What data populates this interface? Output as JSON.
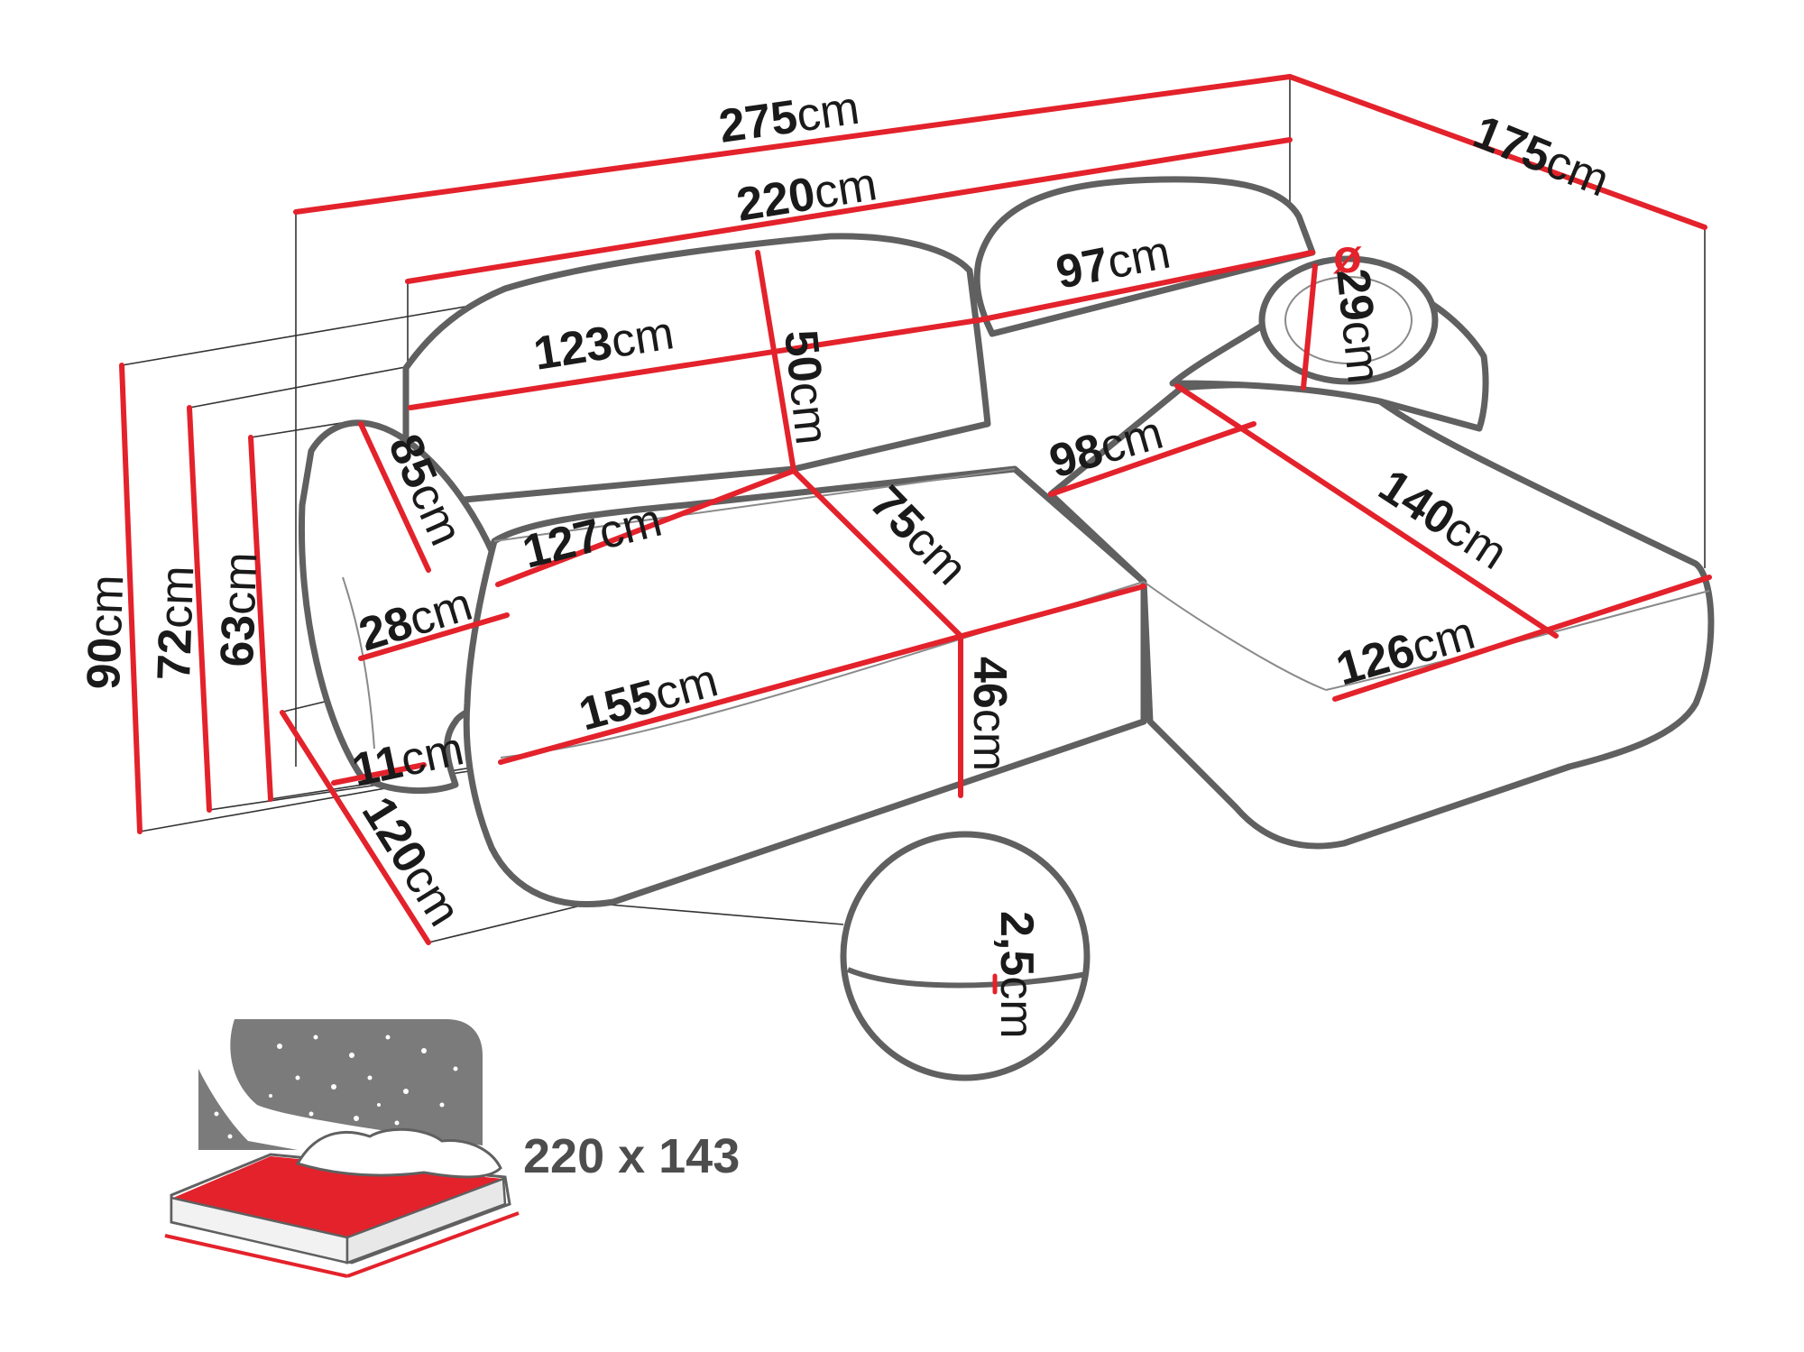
{
  "dimensions": {
    "total_width": {
      "value": "275",
      "unit": "cm"
    },
    "seat_width": {
      "value": "220",
      "unit": "cm"
    },
    "depth_chaise": {
      "value": "175",
      "unit": "cm"
    },
    "back_cushion_left": {
      "value": "123",
      "unit": "cm"
    },
    "back_cushion_right": {
      "value": "97",
      "unit": "cm"
    },
    "back_cushion_height": {
      "value": "50",
      "unit": "cm"
    },
    "pillow_diameter": {
      "value": "29",
      "unit": "cm",
      "symbol": "ø"
    },
    "armrest_length": {
      "value": "85",
      "unit": "cm"
    },
    "armrest_width": {
      "value": "28",
      "unit": "cm"
    },
    "seat_depth_front": {
      "value": "127",
      "unit": "cm"
    },
    "seat_cushion_depth": {
      "value": "75",
      "unit": "cm"
    },
    "chaise_seat_back": {
      "value": "98",
      "unit": "cm"
    },
    "chaise_length": {
      "value": "140",
      "unit": "cm"
    },
    "chaise_front_width": {
      "value": "126",
      "unit": "cm"
    },
    "front_width": {
      "value": "155",
      "unit": "cm"
    },
    "seat_height": {
      "value": "46",
      "unit": "cm"
    },
    "leg_height": {
      "value": "11",
      "unit": "cm"
    },
    "side_depth": {
      "value": "120",
      "unit": "cm"
    },
    "height_total": {
      "value": "90",
      "unit": "cm"
    },
    "height_back": {
      "value": "72",
      "unit": "cm"
    },
    "height_arm": {
      "value": "63",
      "unit": "cm"
    },
    "detail_thickness": {
      "value": "2,5",
      "unit": "cm"
    }
  },
  "sleeping_area": {
    "label": "220 x 143",
    "icon": "bed-icon"
  },
  "colors": {
    "accent": "#e3222b",
    "outline": "#606060",
    "text": "#1a1a1a",
    "caption": "#4d4d4d"
  }
}
